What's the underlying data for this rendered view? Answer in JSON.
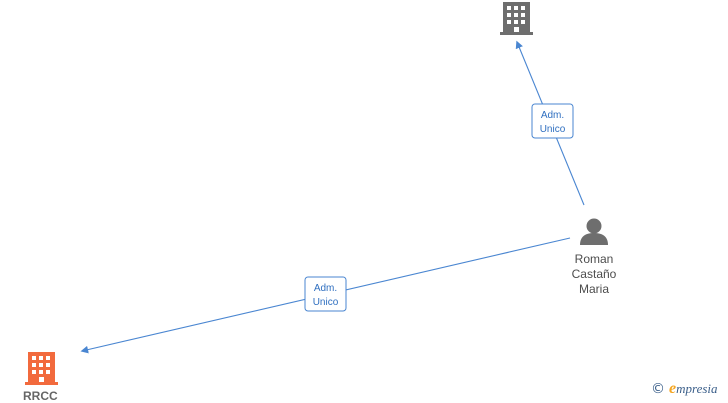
{
  "nodes": {
    "person": {
      "name_lines": [
        "Roman",
        "Castaño",
        "Maria"
      ],
      "icon": "person-icon"
    },
    "company_top": {
      "label": "",
      "icon": "building-icon",
      "color": "#6e6e6e"
    },
    "company_bottom": {
      "label": "RRCC",
      "icon": "building-icon",
      "color": "#f26a3d"
    }
  },
  "edges": [
    {
      "from": "person",
      "to": "company_top",
      "label_lines": [
        "Adm.",
        "Unico"
      ]
    },
    {
      "from": "person",
      "to": "company_bottom",
      "label_lines": [
        "Adm.",
        "Unico"
      ]
    }
  ],
  "colors": {
    "edge": "#4a86d1",
    "person": "#6e6e6e"
  },
  "branding": {
    "copyright": "©",
    "name_initial": "e",
    "name_rest": "mpresia"
  }
}
